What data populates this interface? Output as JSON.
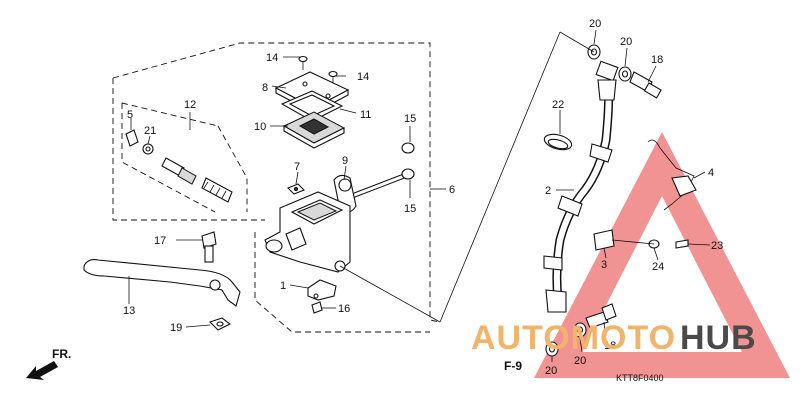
{
  "callouts": {
    "c1": "1",
    "c2": "2",
    "c3": "3",
    "c4": "4",
    "c5": "5",
    "c6": "6",
    "c7": "7",
    "c8": "8",
    "c9": "9",
    "c10": "10",
    "c11": "11",
    "c12": "12",
    "c13": "13",
    "c14a": "14",
    "c14b": "14",
    "c15a": "15",
    "c15b": "15",
    "c16": "16",
    "c17": "17",
    "c18a": "18",
    "c18b": "18",
    "c19": "19",
    "c20a": "20",
    "c20b": "20",
    "c20c": "20",
    "c20d": "20",
    "c21": "21",
    "c22": "22",
    "c23": "23",
    "c24": "24"
  },
  "front_marker": "FR.",
  "section_ref": "F-9",
  "drawing_code": "KTT8F0400",
  "watermark": {
    "part1": "AUTOMOTO",
    "part2": "HUB",
    "color_main": "#f2b46a",
    "color_hub": "#4a4a4a",
    "triangle_color": "#e83a3a"
  }
}
